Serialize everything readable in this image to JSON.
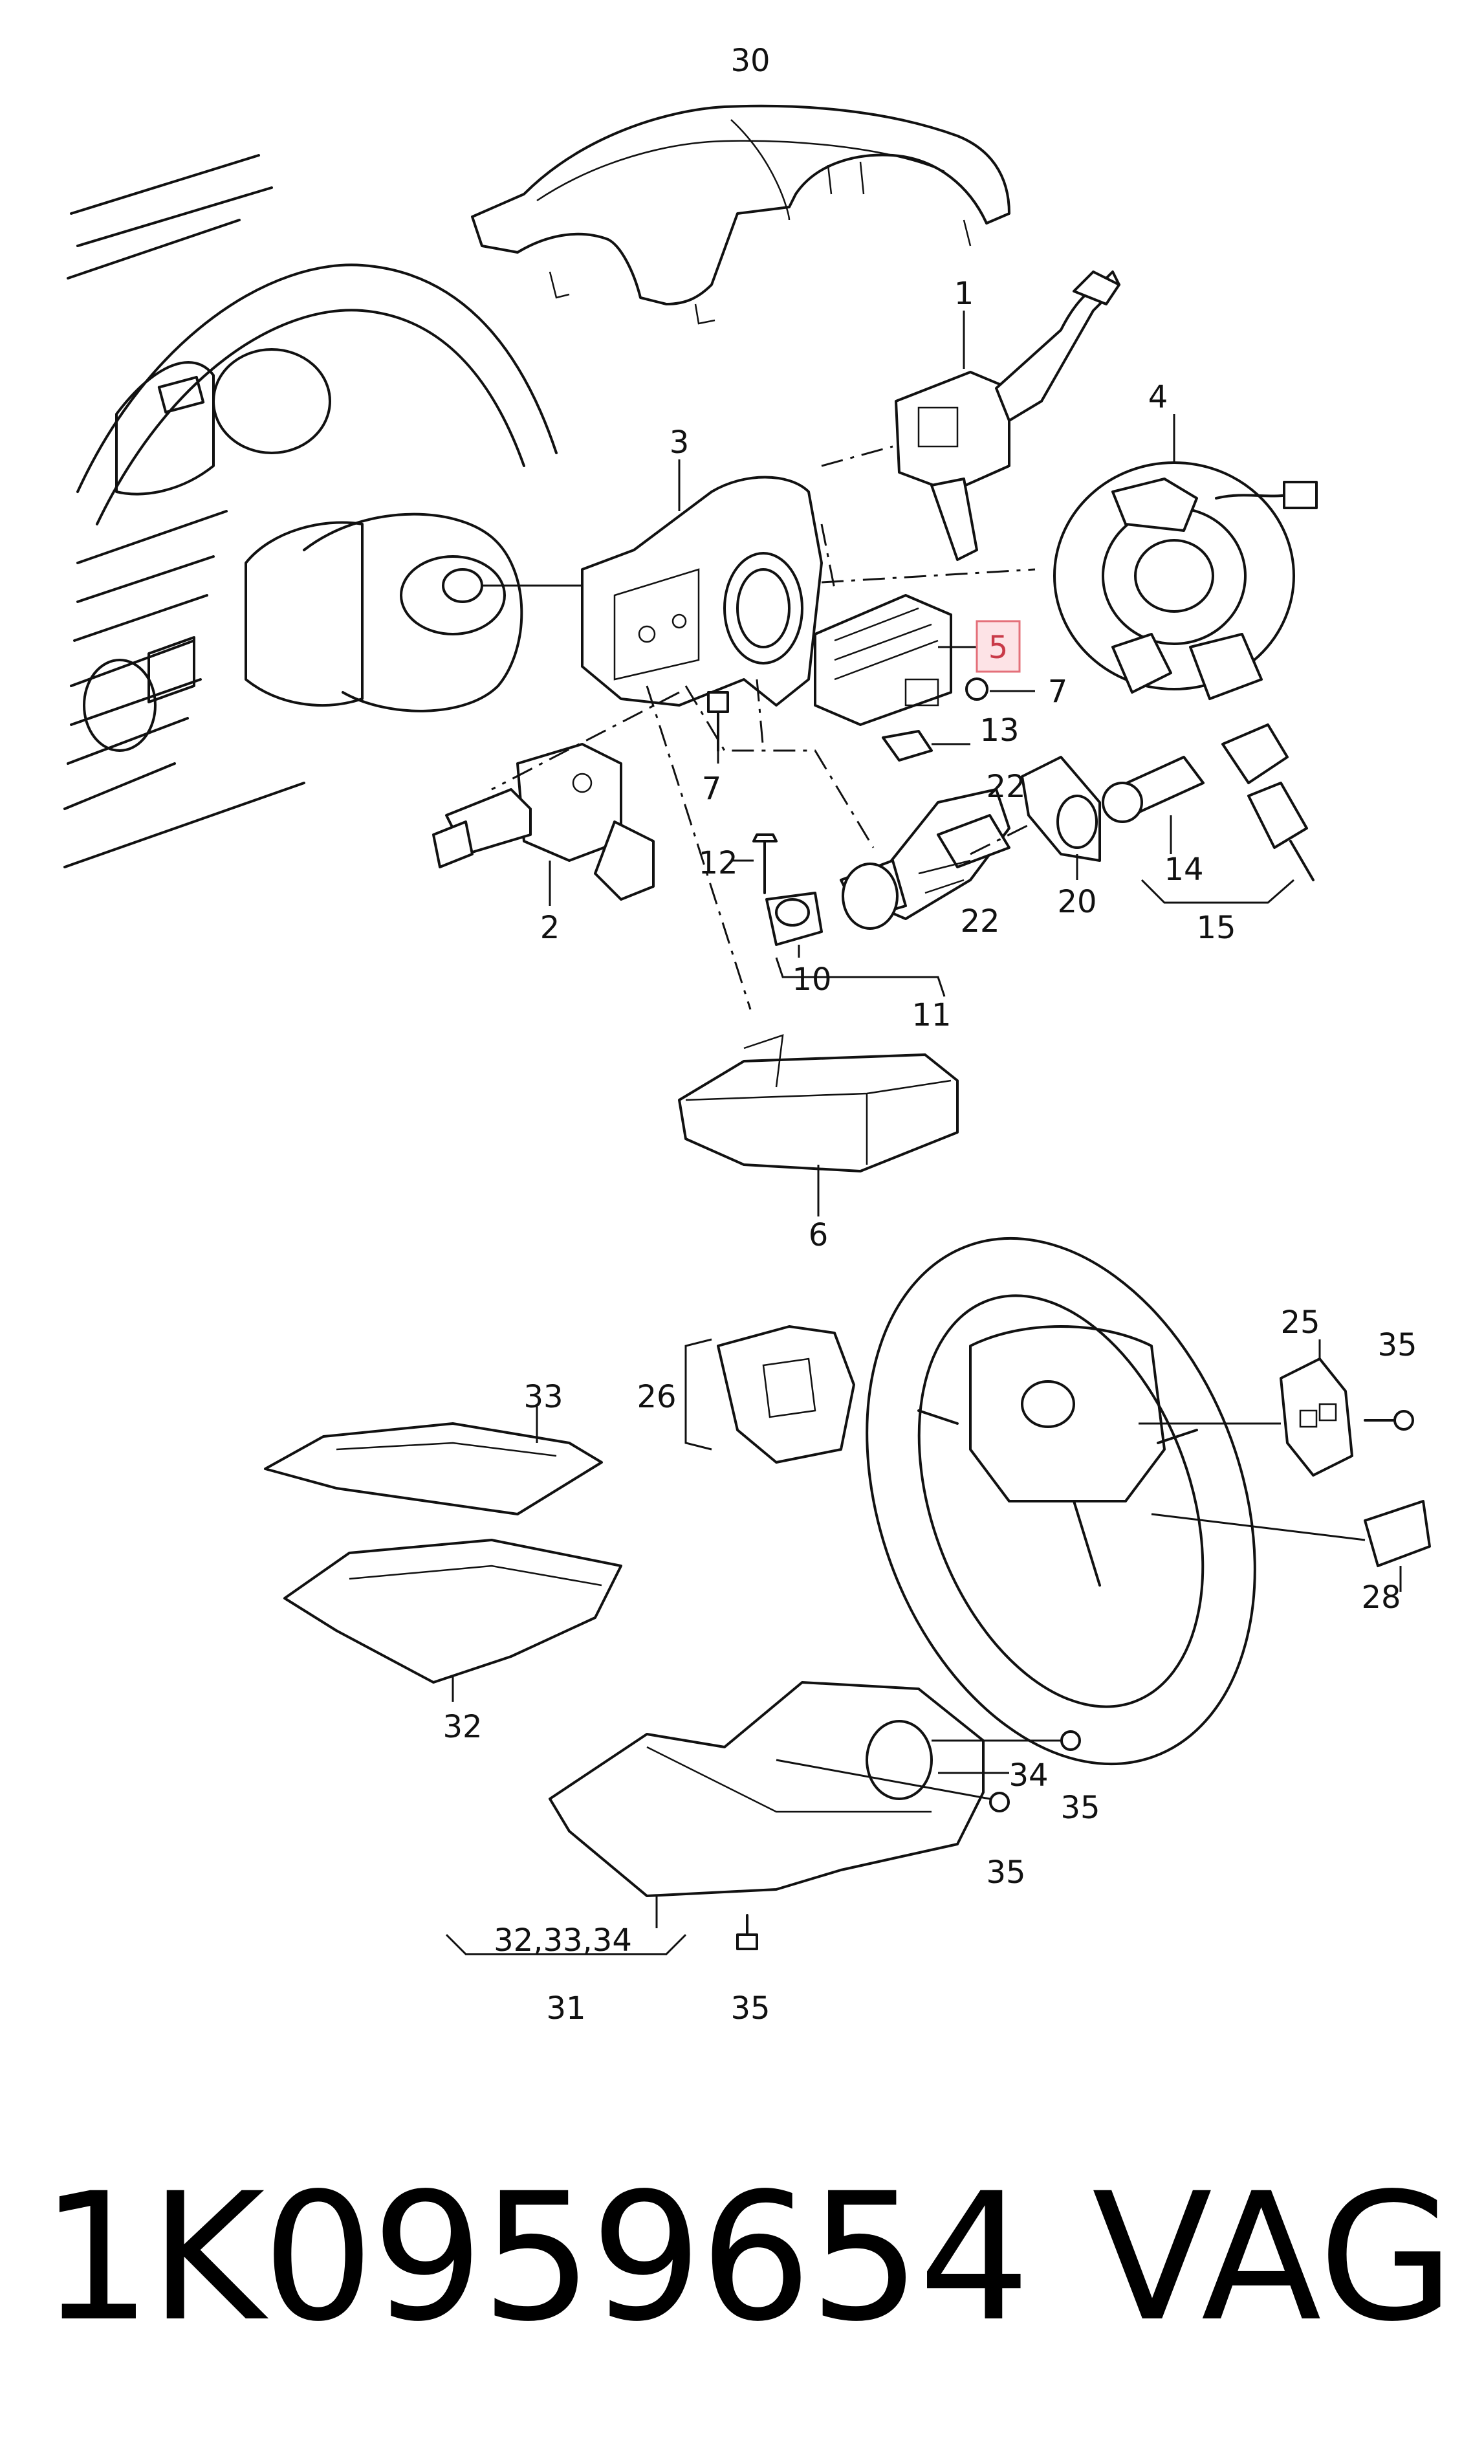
{
  "callouts": [
    "30",
    "1",
    "4",
    "3",
    "5",
    "7",
    "13",
    "22",
    "7",
    "12",
    "2",
    "20",
    "14",
    "15",
    "10",
    "22",
    "11",
    "6",
    "25",
    "35",
    "26",
    "33",
    "28",
    "32",
    "34",
    "35",
    "35",
    "32,33,34",
    "31",
    "35"
  ],
  "highlighted_callout": "5",
  "footer": {
    "part_number": "1K0959654",
    "brand": "VAG"
  },
  "colors": {
    "highlight_fill": "#fde3e6",
    "highlight_stroke": "#e4707a",
    "highlight_text": "#c93a48"
  }
}
